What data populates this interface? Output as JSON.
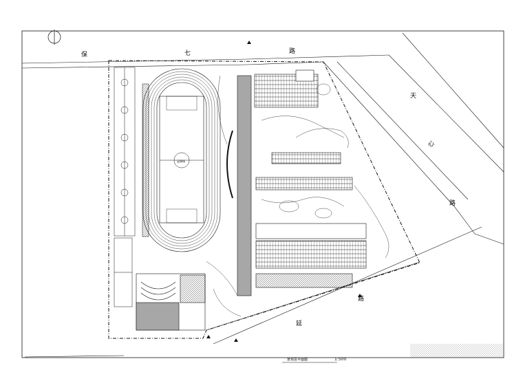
{
  "drawing": {
    "road_labels": {
      "top_road": [
        "保",
        "七",
        "路"
      ],
      "right_road": [
        "天",
        "心",
        "路"
      ],
      "bottom_road": [
        "延",
        "路"
      ]
    },
    "field_label": "足球场",
    "plan_title": "景观总平面图",
    "scale": "1:500"
  },
  "colors": {
    "ink": "#111111",
    "paper": "#ffffff",
    "hatch": "#555555"
  },
  "icons": [
    "north-arrow-icon",
    "elevation-marker-icon"
  ]
}
